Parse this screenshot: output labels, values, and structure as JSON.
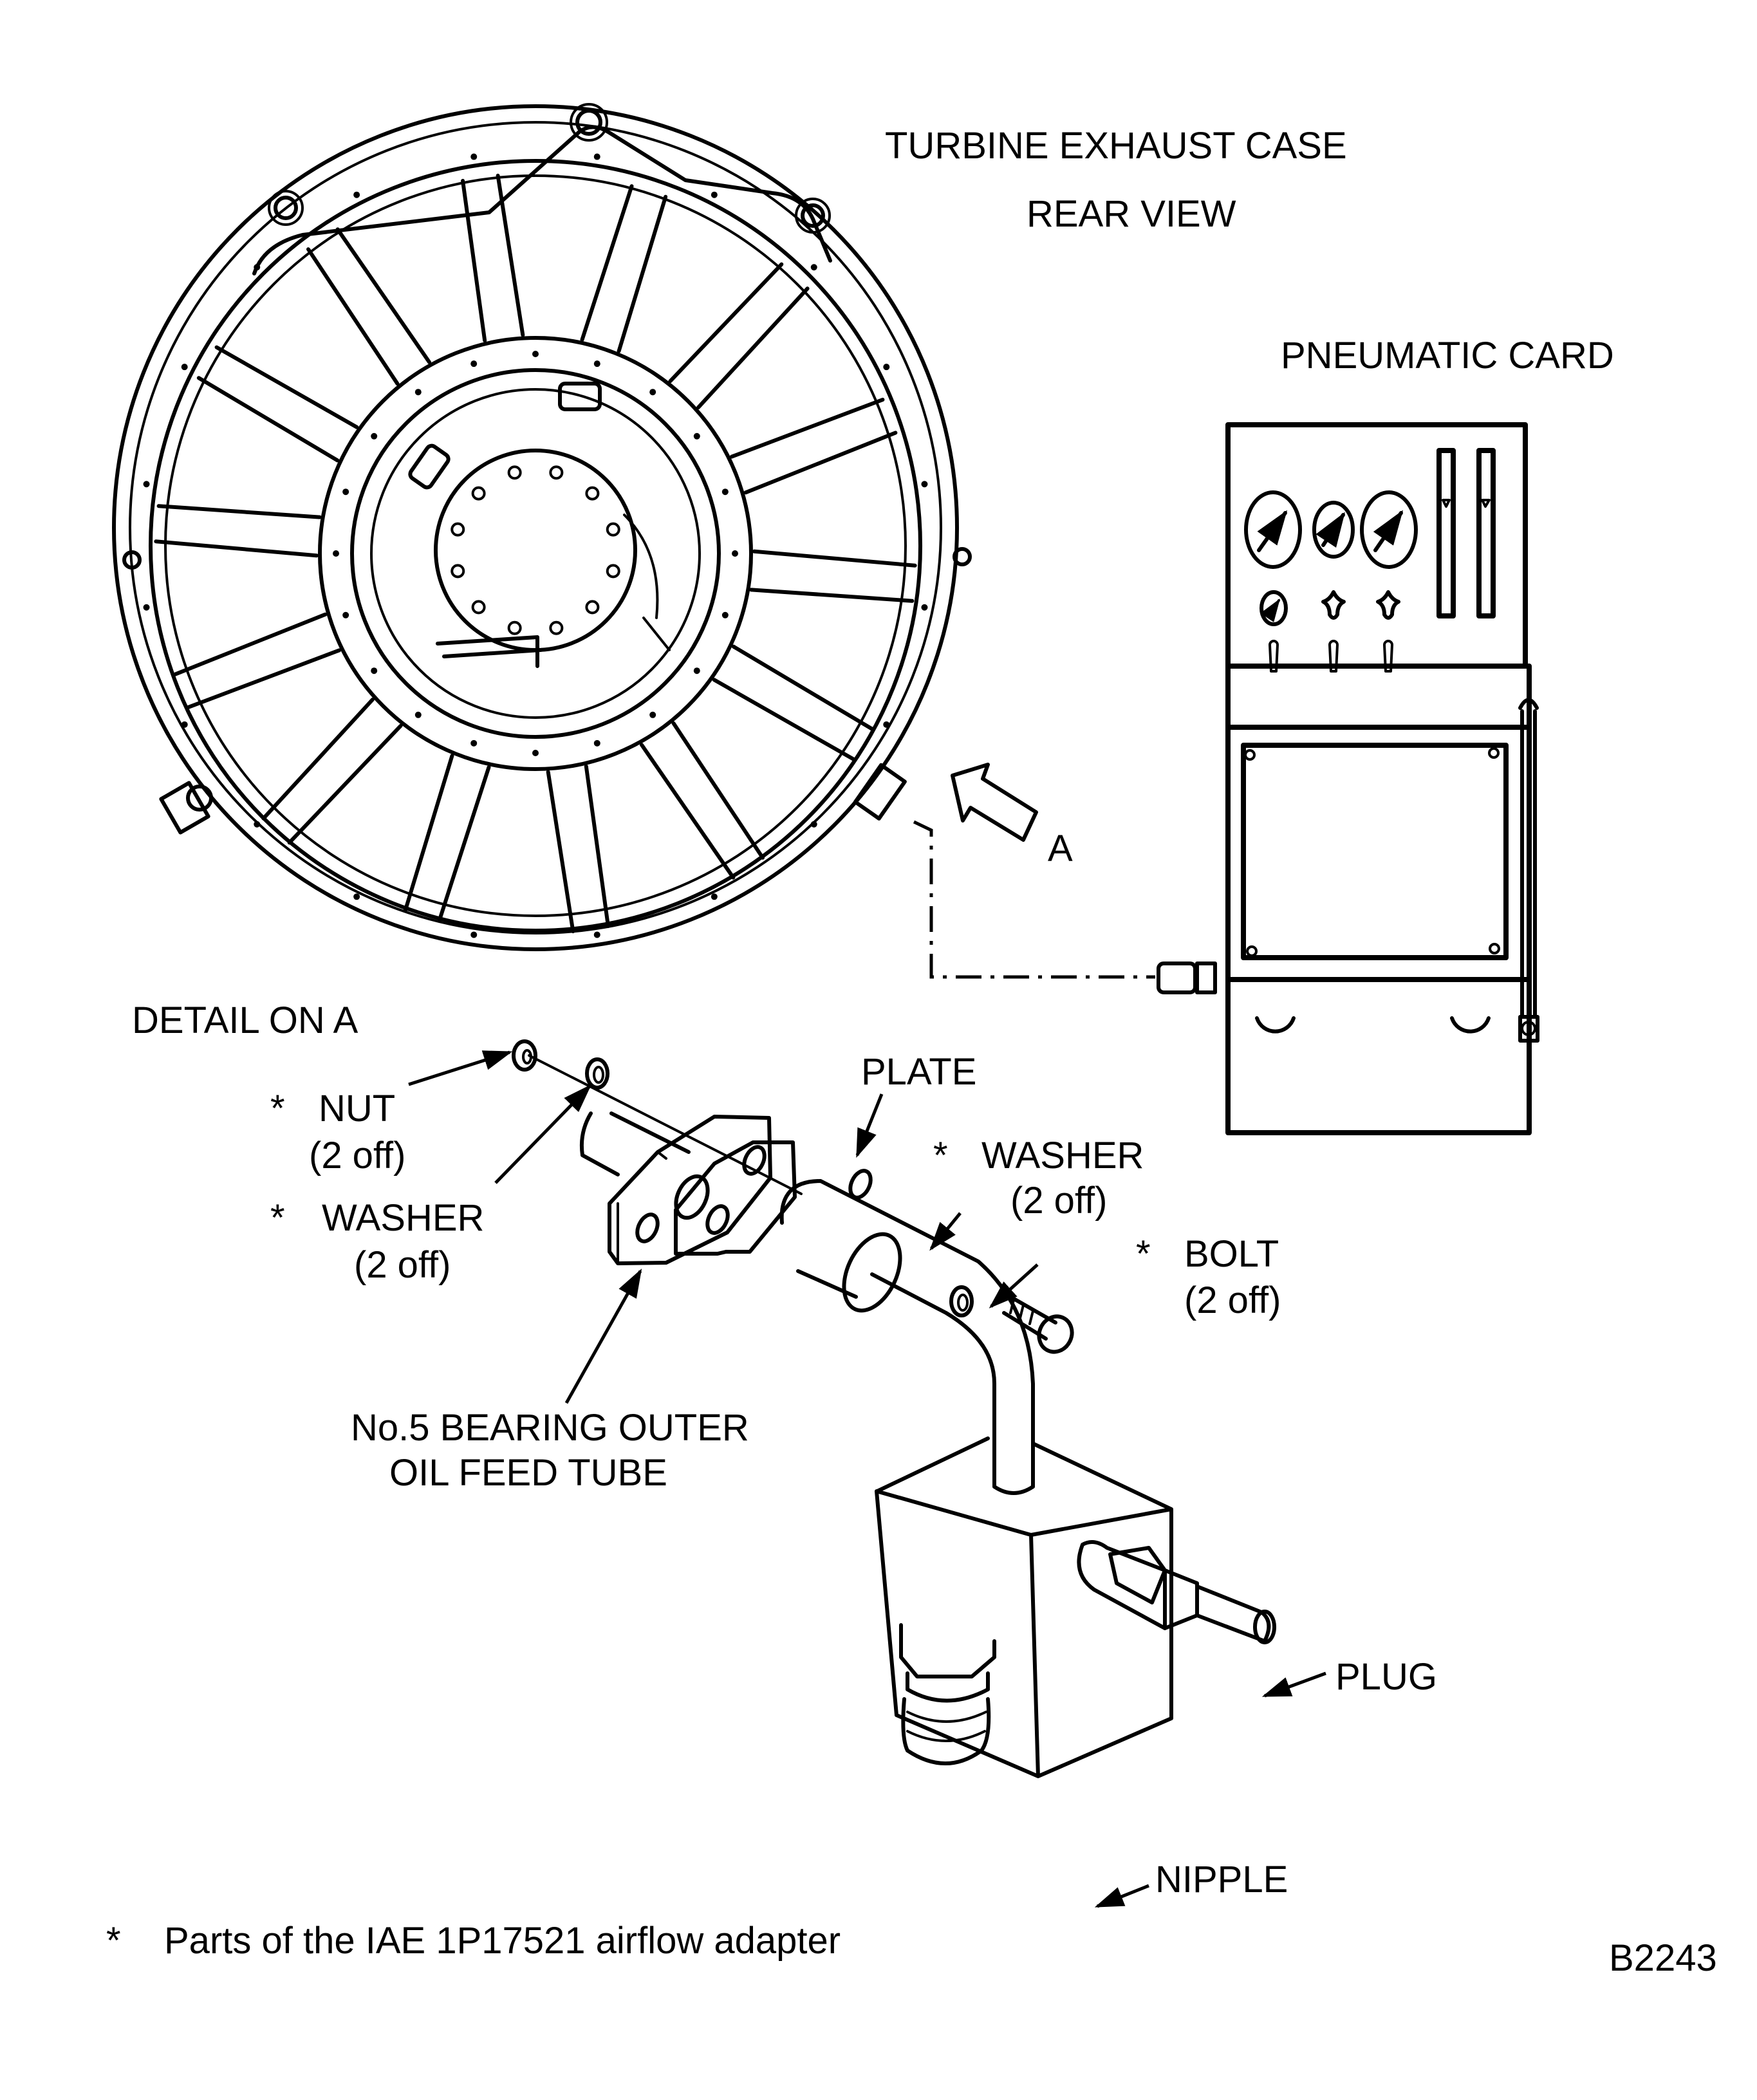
{
  "diagram": {
    "title_line1": "TURBINE EXHAUST CASE",
    "title_line2": "REAR VIEW",
    "cart_label": "PNEUMATIC CARD",
    "view_arrow_label": "A",
    "detail_heading": "DETAIL ON A",
    "drawing_number": "B2243",
    "footnote_marker": "*",
    "footnote_text": "Parts of the IAE 1P17521 airflow adapter"
  },
  "callouts": [
    {
      "id": "nut",
      "marker": "*",
      "name": "NUT",
      "qty": "(2 off)"
    },
    {
      "id": "washer-left",
      "marker": "*",
      "name": "WASHER",
      "qty": "(2 off)"
    },
    {
      "id": "plate",
      "marker": "",
      "name": "PLATE",
      "qty": ""
    },
    {
      "id": "washer-right",
      "marker": "*",
      "name": "WASHER",
      "qty": "(2 off)"
    },
    {
      "id": "bolt",
      "marker": "*",
      "name": "BOLT",
      "qty": "(2 off)"
    },
    {
      "id": "oil-feed-tube",
      "marker": "",
      "name": "No.5 BEARING OUTER",
      "qty": "OIL FEED TUBE"
    },
    {
      "id": "plug",
      "marker": "",
      "name": "PLUG",
      "qty": ""
    },
    {
      "id": "nipple",
      "marker": "",
      "name": "NIPPLE",
      "qty": ""
    }
  ],
  "cart": {
    "gauges_large": 3,
    "gauges_small": 1,
    "valve_knobs": 2,
    "toggle_switches": 3,
    "level_indicators": 2
  },
  "turbine_case": {
    "struts": 14,
    "bolt_holes_inner": 12
  }
}
